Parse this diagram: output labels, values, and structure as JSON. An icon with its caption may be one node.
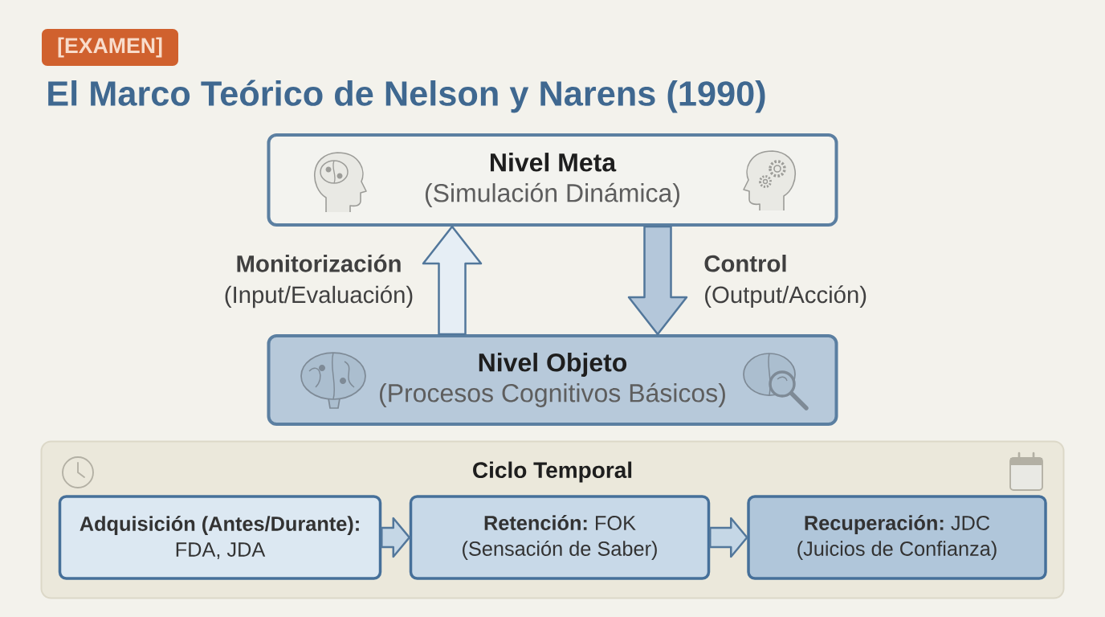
{
  "diagram": {
    "title": "El Marco Teórico de Nelson y Narens (1990)",
    "nodes": [
      {
        "text": [
          "[EXAMEN]"
        ]
      },
      {
        "text": [
          "Nivel Meta",
          "(Simulación Dinámica)"
        ]
      },
      {
        "text": [
          "Nivel Objeto",
          "(Procesos Cognitivos Básicos)"
        ]
      },
      {
        "text": [
          "Ciclo Temporal"
        ]
      },
      {
        "text": [
          "**Adquisición (Antes/Durante):** FDA, JDA"
        ],
        "in": 3
      },
      {
        "text": [
          "**Retención:** FOK",
          "(Sensación de Saber)"
        ],
        "in": 3
      },
      {
        "text": [
          "**Recuperación:** JDC",
          "(Juicios de Confianza)"
        ],
        "in": 3
      }
    ],
    "edges": [
      {
        "from": 2,
        "to": 1,
        "arrow": "to",
        "style": "thick",
        "label": "**Monitorización** (Input/Evaluación)"
      },
      {
        "from": 1,
        "to": 2,
        "arrow": "to",
        "style": "thick",
        "label": "**Control** (Output/Acción)"
      },
      {
        "from": 4,
        "to": 5,
        "arrow": "to"
      },
      {
        "from": 5,
        "to": 6,
        "arrow": "to"
      }
    ]
  }
}
